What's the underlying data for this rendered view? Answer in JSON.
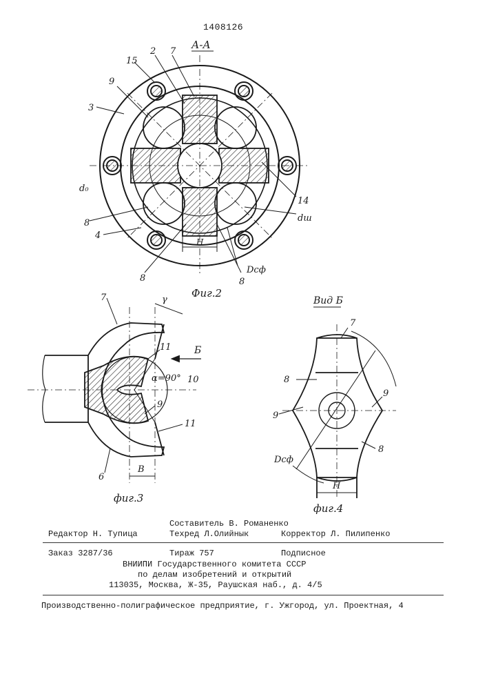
{
  "document": {
    "number": "1408126"
  },
  "figures": {
    "fig2": {
      "caption": "Фиг.2",
      "section_label": "А-А",
      "labels": [
        "15",
        "2",
        "7",
        "9",
        "3",
        "d₀",
        "14",
        "dш",
        "8",
        "4",
        "H",
        "Dсф",
        "8",
        "8"
      ]
    },
    "fig3": {
      "caption": "фиг.3",
      "labels": [
        "7",
        "γ",
        "11",
        "Б",
        "α=90°",
        "10",
        "9",
        "11",
        "6",
        "B"
      ]
    },
    "fig4": {
      "caption": "фиг.4",
      "view_label": "Вид Б",
      "labels": [
        "7",
        "8",
        "9",
        "9",
        "8",
        "Dсф",
        "H"
      ]
    }
  },
  "imprint": {
    "compiler": "Составитель В. Романенко",
    "editor": "Редактор Н. Тупица",
    "techred": "Техред Л.Олийнык",
    "corrector": "Корректор Л. Пилипенко",
    "order": "Заказ 3287/36",
    "circulation": "Тираж 757",
    "subscription": "Подписное",
    "org_line1": "ВНИИПИ Государственного комитета СССР",
    "org_line2": "по делам изобретений и открытий",
    "org_address": "113035, Москва, Ж-35, Раушская наб., д. 4/5",
    "printer": "Производственно-полиграфическое предприятие, г. Ужгород, ул. Проектная, 4"
  }
}
